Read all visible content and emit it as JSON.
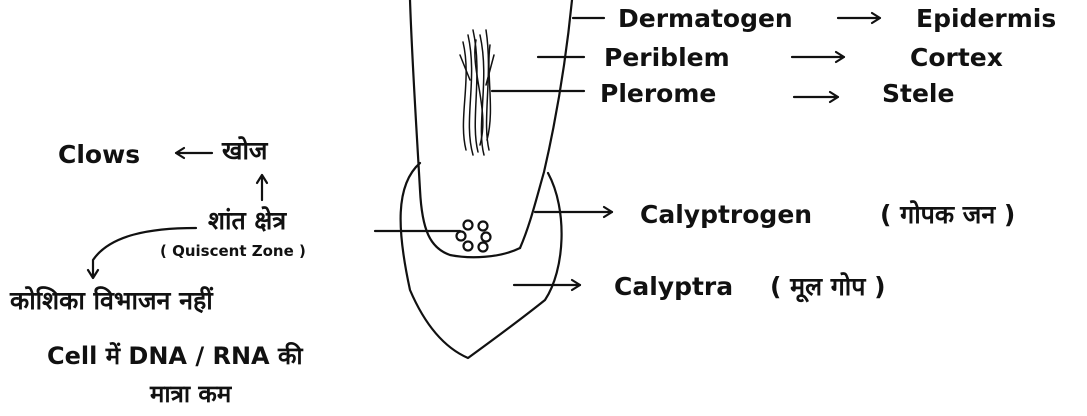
{
  "labels": {
    "dermatogen": "Dermatogen",
    "epidermis": "Epidermis",
    "periblem": "Periblem",
    "cortex": "Cortex",
    "plerome": "Plerome",
    "stele": "Stele",
    "clows": "Clows",
    "khoj": "खोज",
    "quiescent_hindi": "शांत क्षेत्र",
    "quiescent_english": "( Quiscent Zone )",
    "calyptrogen": "Calyptrogen",
    "calyptrogen_hindi": "( गोपक जन )",
    "calyptra": "Calyptra",
    "calyptra_hindi": "( मूल गोप )",
    "no_division": "कोशिका विभाजन नहीं",
    "dna_line1": "Cell में DNA / RNA की",
    "dna_line2": "मात्रा कम"
  },
  "colors": {
    "ink": "#111111",
    "background": "#ffffff"
  }
}
